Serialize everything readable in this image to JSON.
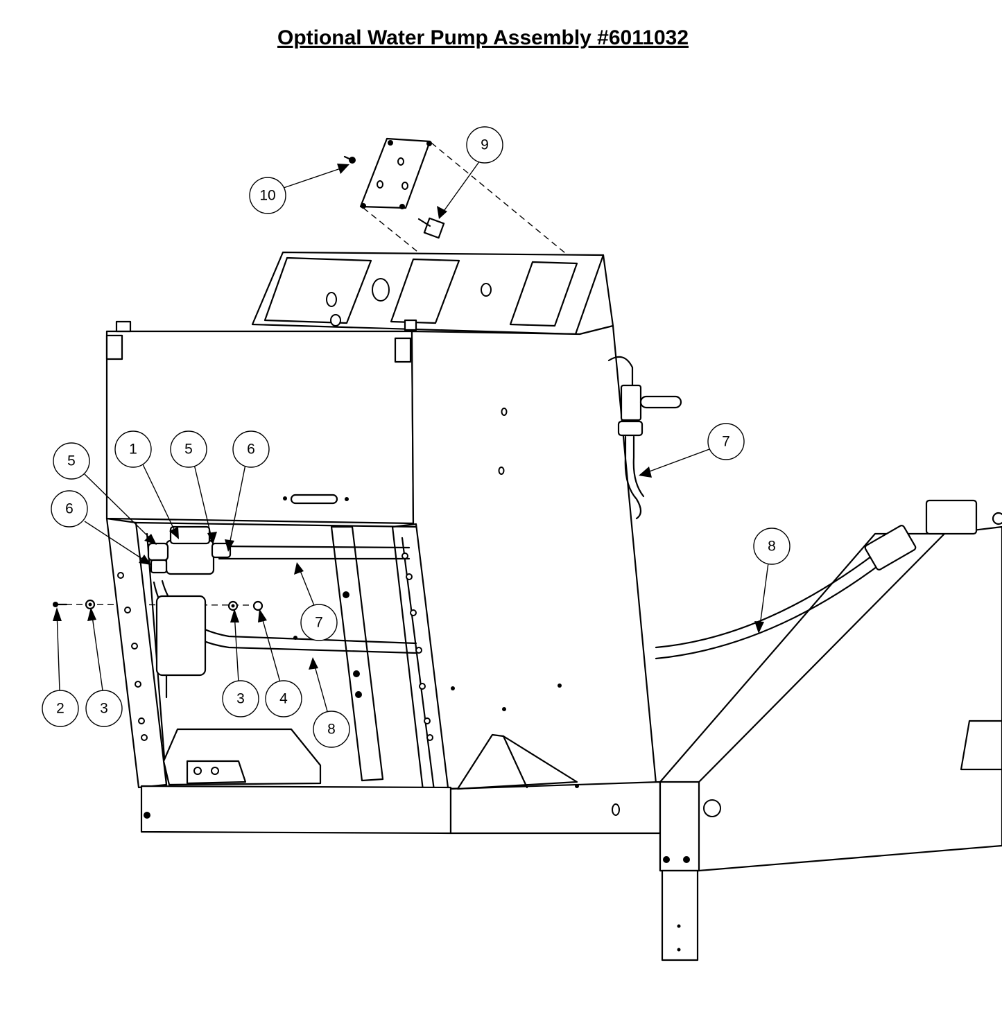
{
  "title": "Optional Water Pump Assembly #6011032",
  "callouts": [
    "1",
    "2",
    "3",
    "3",
    "4",
    "5",
    "5",
    "6",
    "6",
    "7",
    "7",
    "8",
    "8",
    "9",
    "10"
  ]
}
